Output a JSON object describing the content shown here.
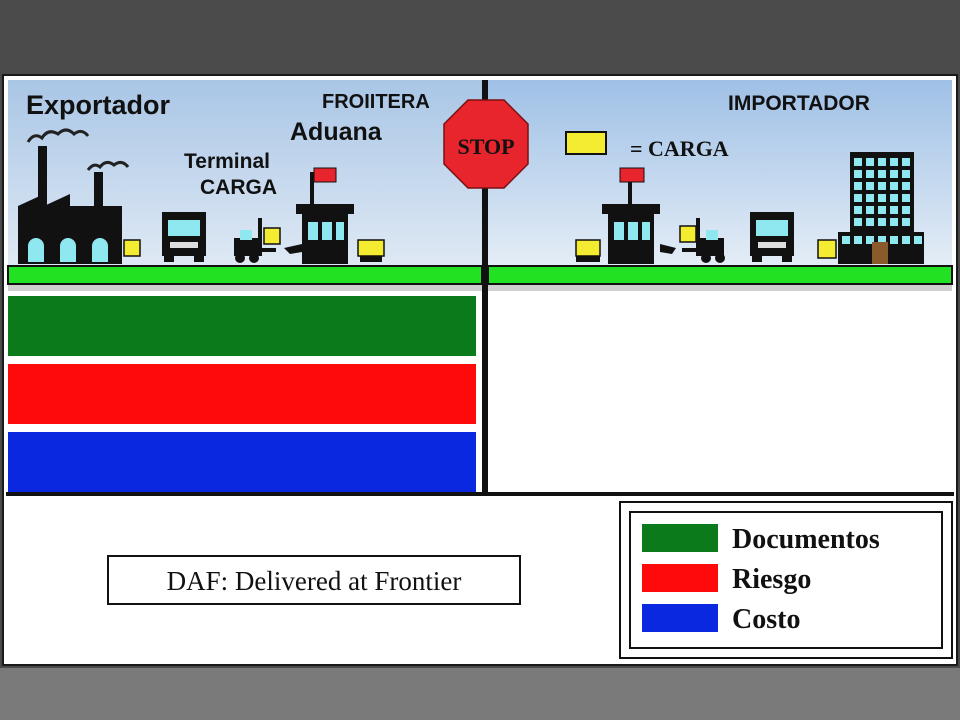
{
  "labels": {
    "exporter": "Exportador",
    "frontier": "FROIITERA",
    "customs": "Aduana",
    "terminal_line1": "Terminal",
    "terminal_line2": "CARGA",
    "stop": "STOP",
    "importer": "IMPORTADOR",
    "cargo_legend": "= CARGA"
  },
  "title_box": {
    "text": "DAF: Delivered at Frontier"
  },
  "legend": {
    "items": [
      {
        "label": "Documentos",
        "color": "#0a7a1a"
      },
      {
        "label": "Riesgo",
        "color": "#ff0a0a"
      },
      {
        "label": "Costo",
        "color": "#0a28e0"
      }
    ]
  },
  "bars": {
    "documentos_extent": 0.5,
    "riesgo_extent": 0.5,
    "costo_extent": 0.5
  },
  "colors": {
    "sky": "#bcd2ea",
    "ground": "#22e022",
    "cargo": "#f4ec30",
    "stop_sign": "#e8242c",
    "building_window": "#8fe8f0"
  }
}
